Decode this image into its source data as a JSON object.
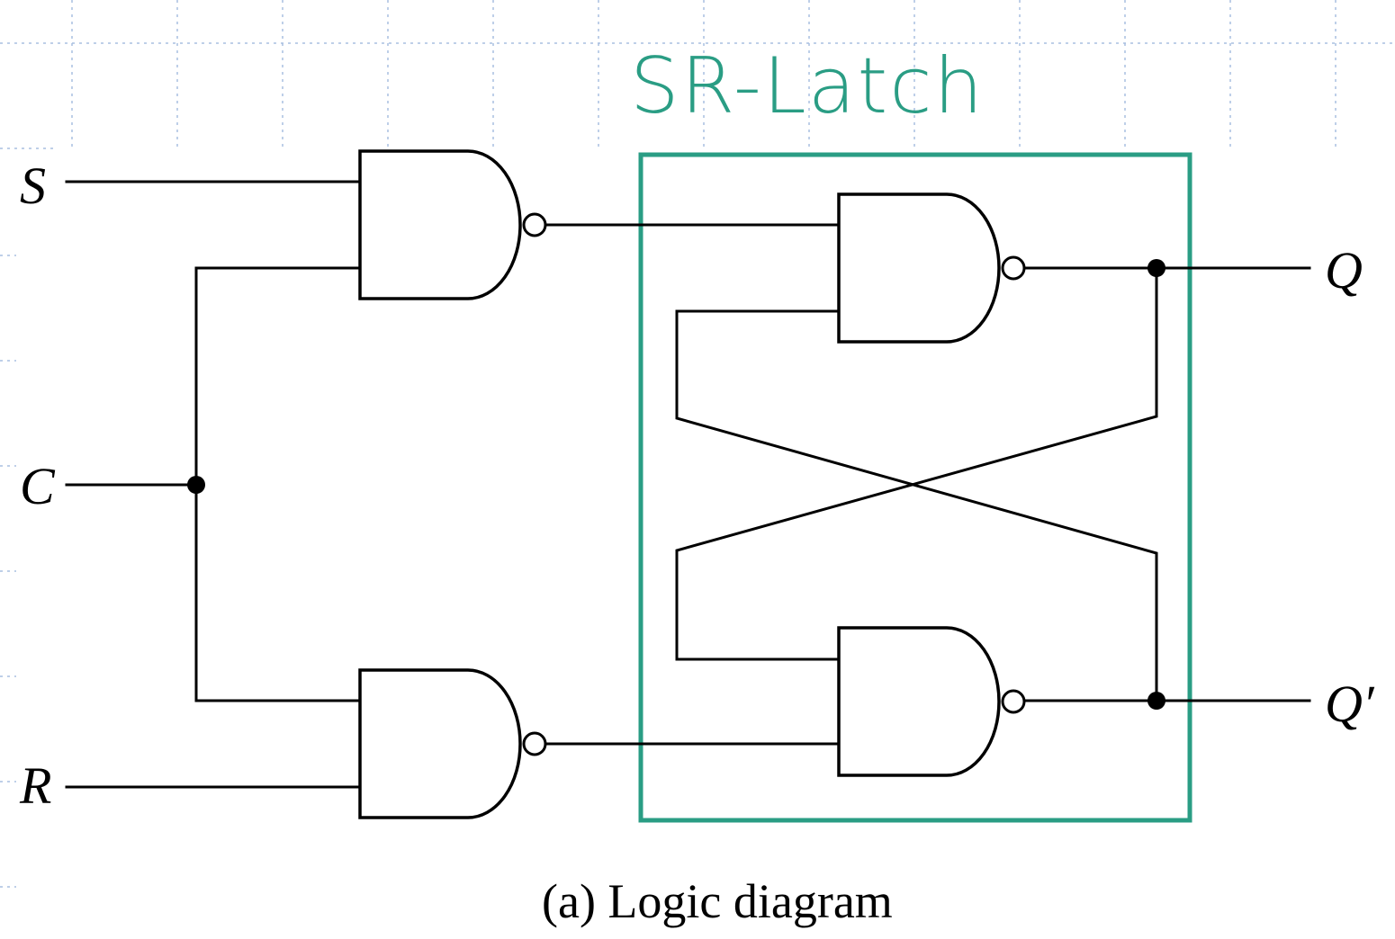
{
  "diagram": {
    "latch_title": "SR-Latch",
    "caption": "(a) Logic diagram",
    "inputs": {
      "s": "S",
      "c": "C",
      "r": "R"
    },
    "outputs": {
      "q": "Q",
      "q_prime": "Q′"
    },
    "gates": [
      {
        "id": "input-nand-top",
        "type": "NAND"
      },
      {
        "id": "input-nand-bottom",
        "type": "NAND"
      },
      {
        "id": "latch-nand-top",
        "type": "NAND"
      },
      {
        "id": "latch-nand-bottom",
        "type": "NAND"
      }
    ],
    "colors": {
      "wire": "#000000",
      "latch_box": "#2a9d84",
      "grid": "#a9bfe0",
      "background": "#ffffff"
    }
  }
}
